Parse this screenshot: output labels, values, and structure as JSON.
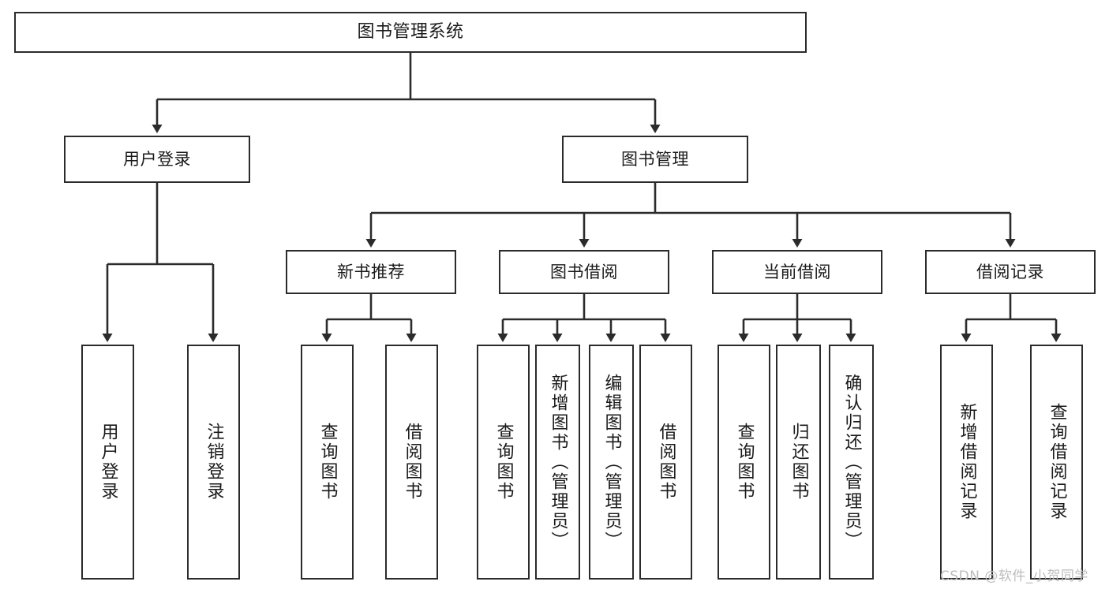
{
  "diagram": {
    "type": "tree",
    "title": "图书管理系统",
    "orientation": "top-down",
    "colors": {
      "node_border": "#2b2b2b",
      "node_fill": "#ffffff",
      "edge": "#2b2b2b",
      "text": "#1a1a1a",
      "watermark": "#bdbdbd",
      "background": "#ffffff"
    }
  },
  "nodes": {
    "root": {
      "label": "图书管理系统"
    },
    "level2": [
      {
        "id": "user-login",
        "label": "用户登录"
      },
      {
        "id": "book-manage",
        "label": "图书管理"
      }
    ],
    "level3": [
      {
        "id": "new-book-recommend",
        "label": "新书推荐"
      },
      {
        "id": "book-borrow",
        "label": "图书借阅"
      },
      {
        "id": "current-borrow",
        "label": "当前借阅"
      },
      {
        "id": "borrow-record",
        "label": "借阅记录"
      }
    ],
    "leaves": {
      "user_login": [
        {
          "id": "leaf-user-login",
          "label": "用户登录"
        },
        {
          "id": "leaf-logout-login",
          "label": "注销登录"
        }
      ],
      "new_book_recommend": [
        {
          "id": "leaf-query-book-1",
          "label": "查询图书"
        },
        {
          "id": "leaf-borrow-book-1",
          "label": "借阅图书"
        }
      ],
      "book_borrow": [
        {
          "id": "leaf-query-book-2",
          "label": "查询图书"
        },
        {
          "id": "leaf-add-book-admin",
          "label": "新增图书（管理员）"
        },
        {
          "id": "leaf-edit-book-admin",
          "label": "编辑图书（管理员）"
        },
        {
          "id": "leaf-borrow-book-2",
          "label": "借阅图书"
        }
      ],
      "current_borrow": [
        {
          "id": "leaf-query-book-3",
          "label": "查询图书"
        },
        {
          "id": "leaf-return-book",
          "label": "归还图书"
        },
        {
          "id": "leaf-confirm-return-admin",
          "label": "确认归还（管理员）"
        }
      ],
      "borrow_record": [
        {
          "id": "leaf-add-borrow-record",
          "label": "新增借阅记录"
        },
        {
          "id": "leaf-query-borrow-record",
          "label": "查询借阅记录"
        }
      ]
    }
  },
  "watermark": {
    "text": "CSDN @软件_小贺同学"
  }
}
